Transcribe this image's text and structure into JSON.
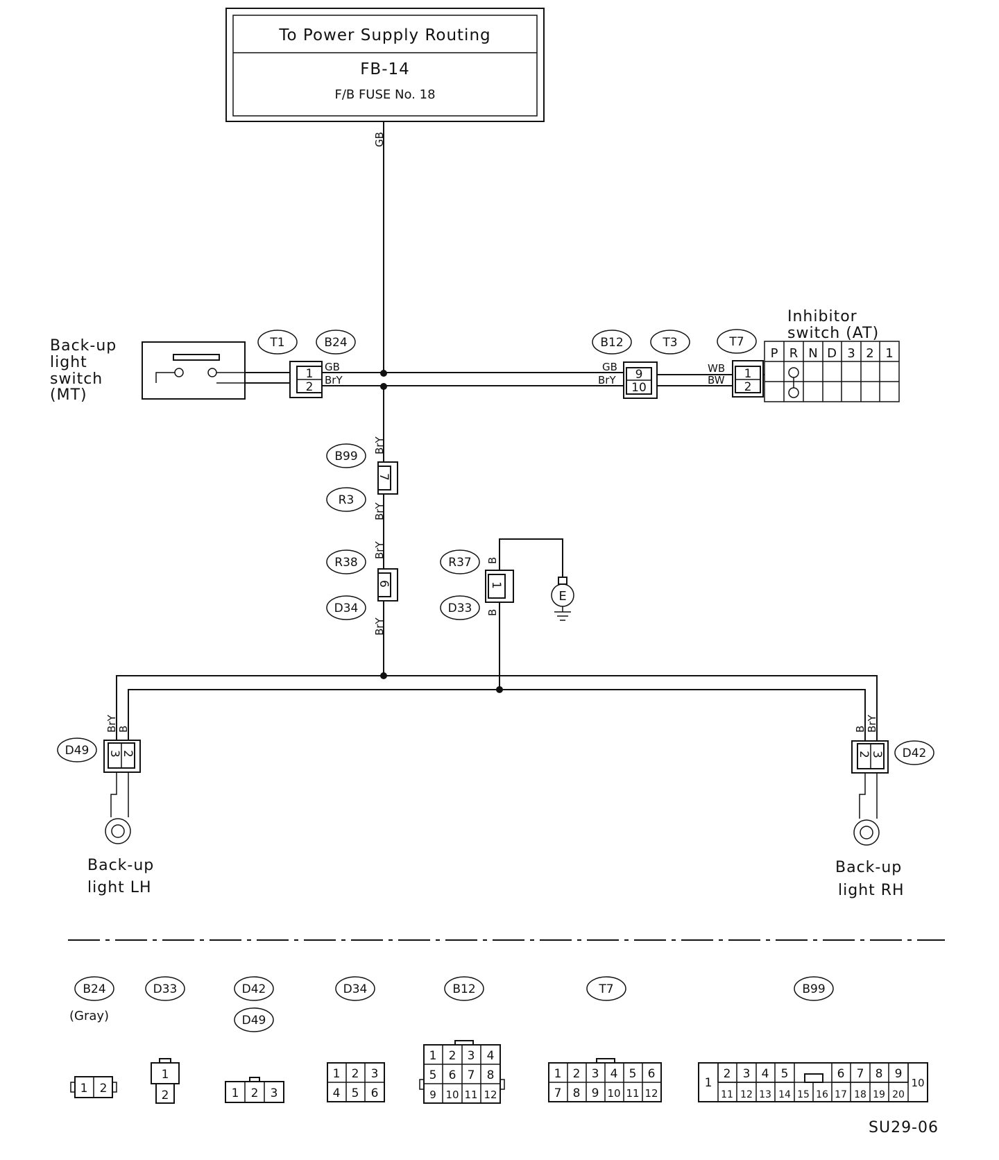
{
  "power_box": {
    "title": "To Power Supply Routing",
    "ref": "FB-14",
    "fuse": "F/B FUSE No. 18"
  },
  "components": {
    "backup_switch": [
      "Back-up",
      "light",
      "switch",
      "(MT)"
    ],
    "inhibitor_switch": [
      "Inhibitor",
      "switch (AT)"
    ],
    "inhibitor_positions": [
      "P",
      "R",
      "N",
      "D",
      "3",
      "2",
      "1"
    ],
    "backup_lh": [
      "Back-up",
      "light LH"
    ],
    "backup_rh": [
      "Back-up",
      "light RH"
    ],
    "ground": "E"
  },
  "connector_ids": {
    "t1": "T1",
    "b24": "B24",
    "b12": "B12",
    "t3": "T3",
    "t7": "T7",
    "b99": "B99",
    "r3": "R3",
    "r38": "R38",
    "d34": "D34",
    "r37": "R37",
    "d33": "D33",
    "d49": "D49",
    "d42": "D42"
  },
  "wire_colors": {
    "gb": "GB",
    "bry": "BrY",
    "wb": "WB",
    "bw": "BW",
    "b": "B"
  },
  "pins": {
    "t1_b24": [
      "1",
      "2"
    ],
    "b12_t3": [
      "9",
      "10"
    ],
    "t7": [
      "1",
      "2"
    ],
    "b99_r3": "7",
    "r38_d34": "6",
    "r37_d33": "1",
    "d49": [
      "3",
      "2"
    ],
    "d42": [
      "2",
      "3"
    ]
  },
  "legend": {
    "b24": "B24",
    "b24_color": "(Gray)",
    "d33": "D33",
    "d42": "D42",
    "d49": "D49",
    "d34": "D34",
    "b12": "B12",
    "t7": "T7",
    "b99": "B99",
    "b24_pins": [
      "1",
      "2"
    ],
    "d33_pins": [
      "1",
      "2"
    ],
    "d42_pins": [
      "1",
      "2",
      "3"
    ],
    "d34_pins": [
      [
        "1",
        "2",
        "3"
      ],
      [
        "4",
        "5",
        "6"
      ]
    ],
    "b12_pins": [
      [
        "1",
        "2",
        "3",
        "4"
      ],
      [
        "5",
        "6",
        "7",
        "8"
      ],
      [
        "9",
        "10",
        "11",
        "12"
      ]
    ],
    "t7_pins": [
      [
        "1",
        "2",
        "3",
        "4",
        "5",
        "6"
      ],
      [
        "7",
        "8",
        "9",
        "10",
        "11",
        "12"
      ]
    ],
    "b99_pins": {
      "left": "1",
      "top": [
        "2",
        "3",
        "4",
        "5",
        "6",
        "7",
        "8",
        "9"
      ],
      "bottom": [
        "11",
        "12",
        "13",
        "14",
        "15",
        "16",
        "17",
        "18",
        "19",
        "20"
      ],
      "right": "10"
    }
  },
  "figure_code": "SU29-06"
}
